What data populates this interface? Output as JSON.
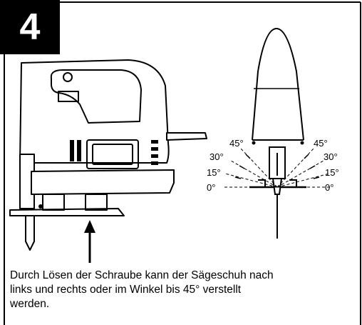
{
  "badge": {
    "number": "4"
  },
  "angles": {
    "left": [
      "45°",
      "30°",
      "15°",
      "0°"
    ],
    "right": [
      "45°",
      "30°",
      "15°",
      "0°"
    ]
  },
  "caption": {
    "line1": "Durch Lösen der  Schraube kann der Sägeschuh nach",
    "line2": "links und rechts oder im Winkel bis 45° verstellt",
    "line3": "werden."
  }
}
